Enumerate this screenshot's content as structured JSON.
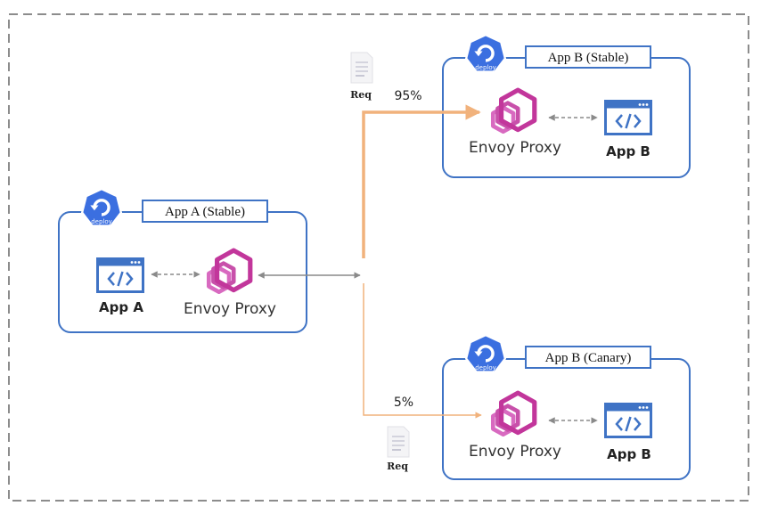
{
  "colors": {
    "box_border": "#3f73c5",
    "deploy_blue": "#3b6fe0",
    "envoy_magenta": "#c2369b",
    "envoy_light": "#d86ac0",
    "traffic_orange": "#f1b27c",
    "connector_gray": "#8a8a8a",
    "frame_gray": "#8c8c8c"
  },
  "icons": {
    "deploy": "deploy-icon",
    "envoy": "envoy-proxy-icon",
    "app": "code-window-icon",
    "request": "document-icon"
  },
  "app_a": {
    "label": "App A (Stable)",
    "deploy_text": "deploy",
    "app_name": "App A",
    "proxy_name": "Envoy Proxy"
  },
  "app_b_stable": {
    "label": "App B (Stable)",
    "deploy_text": "deploy",
    "app_name": "App  B",
    "proxy_name": "Envoy Proxy"
  },
  "app_b_canary": {
    "label": "App B (Canary)",
    "deploy_text": "deploy",
    "app_name": "App B",
    "proxy_name": "Envoy Proxy"
  },
  "traffic": {
    "stable_percent": "95%",
    "canary_percent": "5%",
    "stable_req_label": "Req",
    "canary_req_label": "Req"
  }
}
